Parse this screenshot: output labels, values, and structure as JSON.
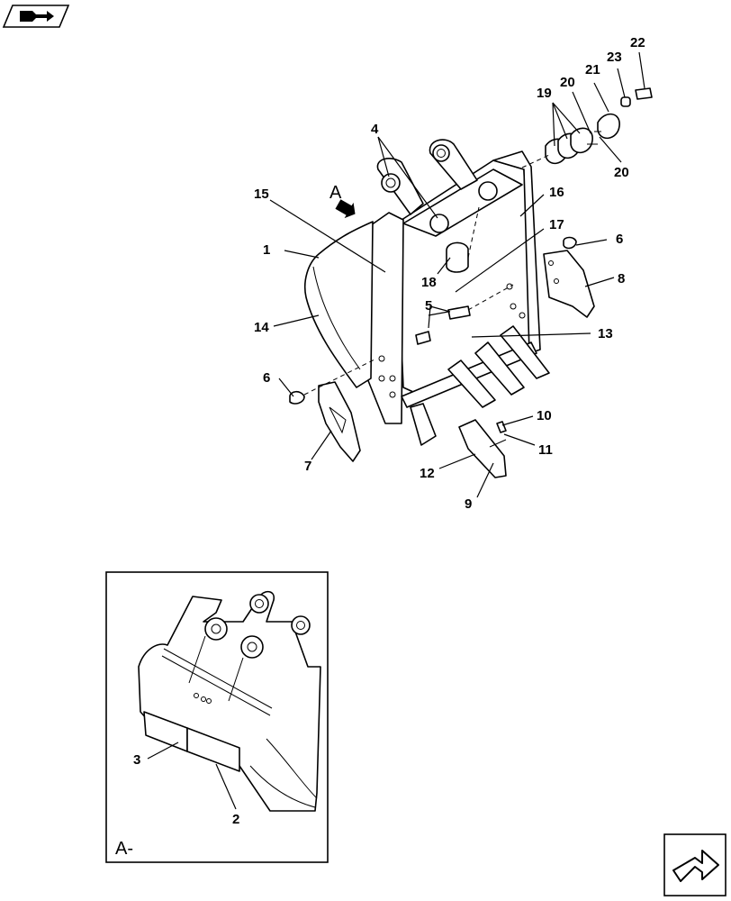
{
  "callouts": {
    "c1": "1",
    "c2": "2",
    "c3": "3",
    "c4": "4",
    "c5": "5",
    "c6a": "6",
    "c6b": "6",
    "c7": "7",
    "c8": "8",
    "c9": "9",
    "c10": "10",
    "c11": "11",
    "c12": "12",
    "c13": "13",
    "c14": "14",
    "c15": "15",
    "c16": "16",
    "c17": "17",
    "c18": "18",
    "c19": "19",
    "c20a": "20",
    "c20b": "20",
    "c21": "21",
    "c22": "22",
    "c23": "23"
  },
  "view_label_main": "A",
  "view_label_inset": "A-",
  "icons": {
    "top_left": "book-arrow-icon",
    "bottom_right": "forward-arrow-icon"
  }
}
